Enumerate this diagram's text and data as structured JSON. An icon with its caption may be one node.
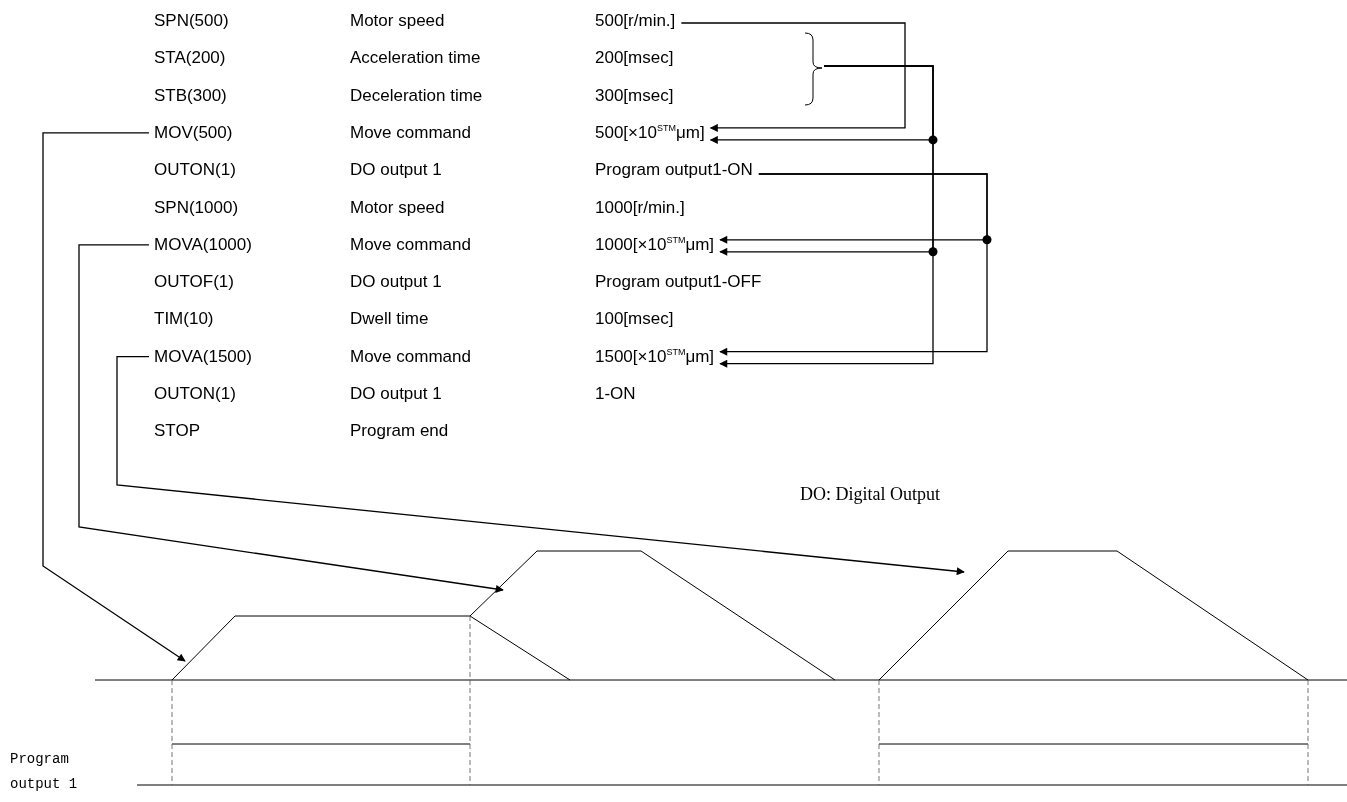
{
  "diagram": {
    "nodes": [
      {
        "text": [
          "500[r/min.]"
        ]
      },
      {
        "text": [],
        "shape": "bracket"
      },
      {
        "text": [
          "MOV(500)"
        ]
      },
      {
        "text": [
          "500[×10$^{STM}$μm]"
        ]
      },
      {
        "text": [
          "Program output1-ON"
        ]
      },
      {
        "text": [
          "MOVA(1000)"
        ]
      },
      {
        "text": [
          "1000[×10$^{STM}$μm]"
        ]
      },
      {
        "text": [
          "MOVA(1500)"
        ]
      },
      {
        "text": [
          "1500[×10$^{STM}$μm]"
        ]
      }
    ],
    "edges": [
      {
        "from": 0,
        "to": 3,
        "arrow": "to"
      },
      {
        "from": 1,
        "to": 3,
        "arrow": "to"
      },
      {
        "from": 1,
        "to": 6,
        "arrow": "to"
      },
      {
        "from": 4,
        "to": 6,
        "arrow": "to"
      },
      {
        "from": 1,
        "to": 8,
        "arrow": "to"
      },
      {
        "from": 4,
        "to": 8,
        "arrow": "to"
      },
      {
        "from": 2,
        "to": null,
        "arrow": "to"
      },
      {
        "from": 5,
        "to": null,
        "arrow": "to"
      },
      {
        "from": 7,
        "to": null,
        "arrow": "to"
      }
    ],
    "labels": [
      "SPN(500)",
      "Motor speed",
      "STA(200)",
      "Acceleration time",
      "200[msec]",
      "STB(300)",
      "Deceleration time",
      "300[msec]",
      "Move command",
      "OUTON(1)",
      "DO output 1",
      "SPN(1000)",
      "Motor speed",
      "1000[r/min.]",
      "Move command",
      "OUTOF(1)",
      "DO output 1",
      "Program output1-OFF",
      "TIM(10)",
      "Dwell time",
      "100[msec]",
      "Move command",
      "OUTON(1)",
      "DO output 1",
      "1-ON",
      "STOP",
      "Program end",
      "DO: Digital Output",
      "Program output 1"
    ]
  }
}
